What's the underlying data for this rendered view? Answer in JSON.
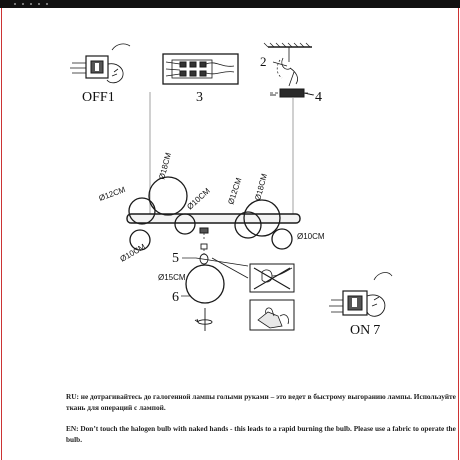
{
  "steps": {
    "off": "OFF",
    "off_num": "1",
    "s2": "2",
    "s3": "3",
    "s4": "4",
    "s5": "5",
    "s6": "6",
    "on": "ON",
    "on_num": "7"
  },
  "dimensions": {
    "d12": "Ø12CM",
    "d18a": "Ø18CM",
    "d10a": "Ø10CM",
    "d12b": "Ø12CM",
    "d18b": "Ø18CM",
    "d10b": "Ø10CM",
    "d10c": "Ø10CM",
    "d15": "Ø15CM"
  },
  "notes": {
    "ru": "RU: не дотрагивайтесь до галогенной лампы голыми руками – это ведет в быстрому выгоранию лампы. Используйте ткань для операций с лампой.",
    "en": "EN: Don’t touch the halogen bulb with naked hands  - this leads to a rapid burning the bulb. Please use a fabric to operate the bulb."
  }
}
